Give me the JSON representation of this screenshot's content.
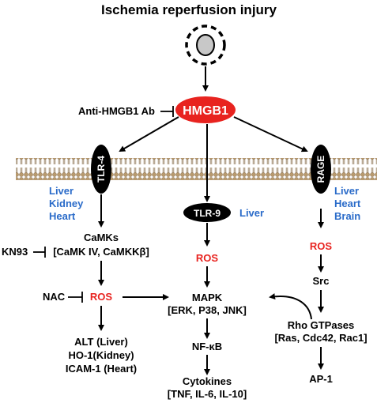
{
  "title": "Ischemia reperfusion injury",
  "center": {
    "hmgb1": "HMGB1",
    "anti_hmgb1": "Anti-HMGB1 Ab"
  },
  "receptors": {
    "tlr4": "TLR-4",
    "tlr9": "TLR-9",
    "rage": "RAGE"
  },
  "tissues": {
    "tlr4": [
      "Liver",
      "Kidney",
      "Heart"
    ],
    "tlr9": "Liver",
    "rage": [
      "Liver",
      "Heart",
      "Brain"
    ]
  },
  "left_path": {
    "camks": "CaMKs",
    "camks_detail": "[CaMK IV, CaMKKβ]",
    "kn93": "KN93",
    "nac": "NAC",
    "ros": "ROS",
    "outcomes": [
      "ALT (Liver)",
      "HO-1(Kidney)",
      "ICAM-1 (Heart)"
    ]
  },
  "middle_path": {
    "ros": "ROS",
    "mapk": "MAPK",
    "mapk_detail": "[ERK, P38, JNK]",
    "nfkb": "NF-κB",
    "cytokines": "Cytokines",
    "cytokines_detail": "[TNF, IL-6, IL-10]"
  },
  "right_path": {
    "ros": "ROS",
    "src": "Src",
    "rho": "Rho GTPases",
    "rho_detail": "[Ras, Cdc42, Rac1]",
    "ap1": "AP-1"
  },
  "colors": {
    "hmgb1_fill": "#e8231f",
    "ros_text": "#e8231f",
    "tissue_text": "#2a6bc9",
    "receptor_fill": "#000000",
    "membrane_head": "#b89a6e",
    "membrane_tail": "#8a7050",
    "cell_fill": "#c8c8c8"
  }
}
